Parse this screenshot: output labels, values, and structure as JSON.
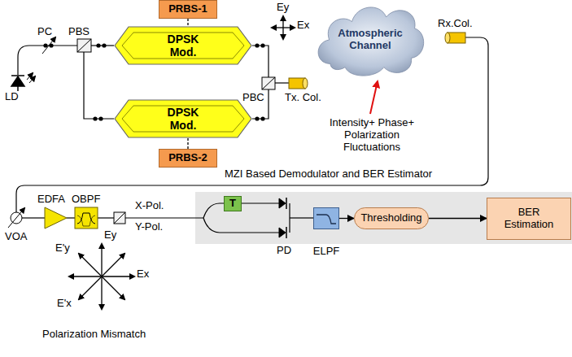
{
  "diagram": {
    "nodes": [
      {
        "text": [
          "PRBS-1"
        ]
      },
      {
        "text": [
          "DPSK Mod."
        ]
      },
      {
        "text": [
          "DPSK Mod."
        ]
      },
      {
        "text": [
          "PRBS-2"
        ]
      },
      {
        "text": [
          "Atmospheric Channel"
        ]
      },
      {
        "text": [
          "MZI Based Demodulator and BER Estimator"
        ]
      },
      {
        "text": [
          "T"
        ],
        "in": 5
      },
      {
        "text": [
          "ELPF"
        ],
        "in": 5
      },
      {
        "text": [
          "Thresholding"
        ],
        "in": 5
      },
      {
        "text": [
          "BER Estimation"
        ],
        "in": 5
      }
    ],
    "edges": [
      {
        "from": 0,
        "to": 1,
        "arrow": "none"
      },
      {
        "from": 3,
        "to": 2,
        "arrow": "none"
      },
      {
        "from": 7,
        "to": 8,
        "arrow": "to"
      },
      {
        "from": 8,
        "to": 9,
        "arrow": "to"
      }
    ],
    "labels": [
      "LD",
      "PC",
      "PBS",
      "Ey",
      "Ex",
      "PBC",
      "Tx. Col.",
      "Intensity+ Phase+ Polarization Fluctuations",
      "Rx.Col.",
      "VOA",
      "EDFA",
      "OBPF",
      "X-Pol.",
      "Ey",
      "Y-Pol.",
      "E'y",
      "Ex",
      "E'x",
      "Polarization Mismatch",
      "PD"
    ]
  }
}
